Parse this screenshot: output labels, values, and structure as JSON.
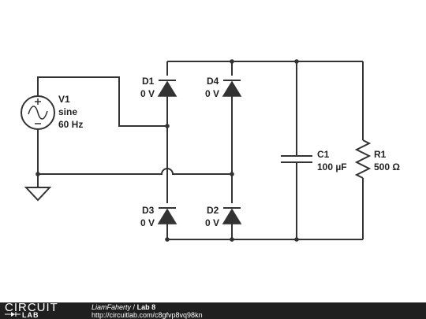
{
  "schematic": {
    "source": {
      "name": "V1",
      "type": "sine",
      "freq": "60 Hz"
    },
    "diodes": [
      {
        "name": "D1",
        "value": "0 V"
      },
      {
        "name": "D4",
        "value": "0 V"
      },
      {
        "name": "D3",
        "value": "0 V"
      },
      {
        "name": "D2",
        "value": "0 V"
      }
    ],
    "capacitor": {
      "name": "C1",
      "value": "100 µF"
    },
    "resistor": {
      "name": "R1",
      "value": "500 Ω"
    }
  },
  "footer": {
    "logo_top": "CIRCUIT",
    "logo_bottom": "LAB",
    "author": "LiamFaherty",
    "separator": "/",
    "title": "Lab 8",
    "url": "http://circuitlab.com/c8gfvp8vq98kn"
  }
}
